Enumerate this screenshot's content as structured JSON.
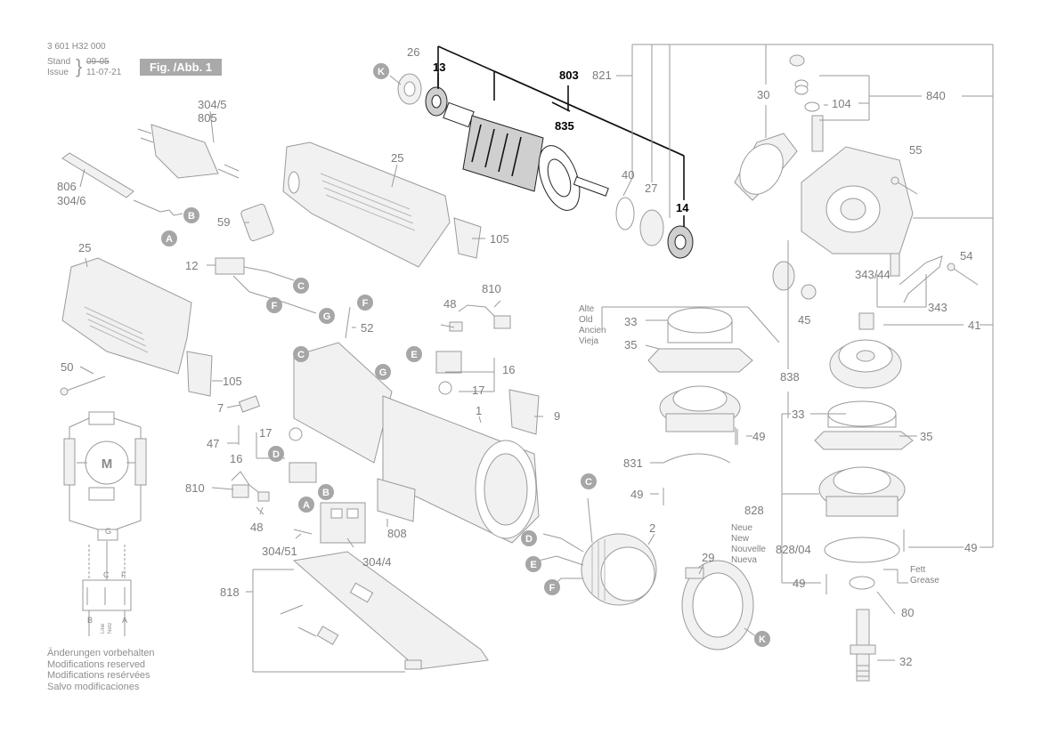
{
  "header": {
    "drawing_number": "3 601 H32 000",
    "stand_label": "Stand",
    "issue_label": "Issue",
    "stand_date_struck": "09-05",
    "issue_date": "11-07-21",
    "figure_label": "Fig. /Abb. 1"
  },
  "notes": [
    "Änderungen vorbehalten",
    "Modifications reserved",
    "Modifications resérvées",
    "Salvo modificaciones"
  ],
  "version_labels": {
    "old": [
      "Alte",
      "Old",
      "Ancien",
      "Vieja"
    ],
    "new": [
      "Neue",
      "New",
      "Nouvelle",
      "Nueva"
    ]
  },
  "grease_label": [
    "Fett",
    "Grease"
  ],
  "part_numbers": {
    "p26": "26",
    "p13": "13",
    "p803": "803",
    "p835": "835",
    "p821": "821",
    "p40": "40",
    "p27": "27",
    "p14": "14",
    "p30": "30",
    "p104": "104",
    "p840": "840",
    "p55": "55",
    "p304_5": "304/5",
    "p805": "805",
    "p806": "806",
    "p304_6": "304/6",
    "p25a": "25",
    "p59": "59",
    "p105a": "105",
    "p25b": "25",
    "p12": "12",
    "p48a": "48",
    "p810a": "810",
    "p52": "52",
    "p50": "50",
    "p105b": "105",
    "p16a": "16",
    "p17a": "17",
    "p1": "1",
    "p9": "9",
    "p7": "7",
    "p47": "47",
    "p17b": "17",
    "p16b": "16",
    "p810b": "810",
    "p48b": "48",
    "p304_51": "304/51",
    "p304_4": "304/4",
    "p808": "808",
    "p818": "818",
    "p2": "2",
    "p29": "29",
    "p33a": "33",
    "p35a": "35",
    "p54": "54",
    "p343_44": "343/44",
    "p343": "343",
    "p45": "45",
    "p41": "41",
    "p838": "838",
    "p33b": "33",
    "p35b": "35",
    "p49a": "49",
    "p831": "831",
    "p49b": "49",
    "p828": "828",
    "p828_04": "828/04",
    "p49c": "49",
    "p49d": "49",
    "p80": "80",
    "p32": "32"
  },
  "circle_labels": [
    "K",
    "B",
    "A",
    "C",
    "F",
    "G",
    "F",
    "C",
    "E",
    "G",
    "D",
    "B",
    "A",
    "C",
    "D",
    "E",
    "F",
    "K"
  ],
  "schematic": {
    "motor_label": "M",
    "terminals": [
      "G",
      "C",
      "F",
      "B",
      "A"
    ],
    "vertical_labels": [
      "Line",
      "Netz"
    ]
  },
  "colors": {
    "line_gray": "#9a9a9a",
    "highlight_black": "#111111",
    "circle_gray": "#a6a6a6",
    "figure_box": "#a9a9a9"
  }
}
